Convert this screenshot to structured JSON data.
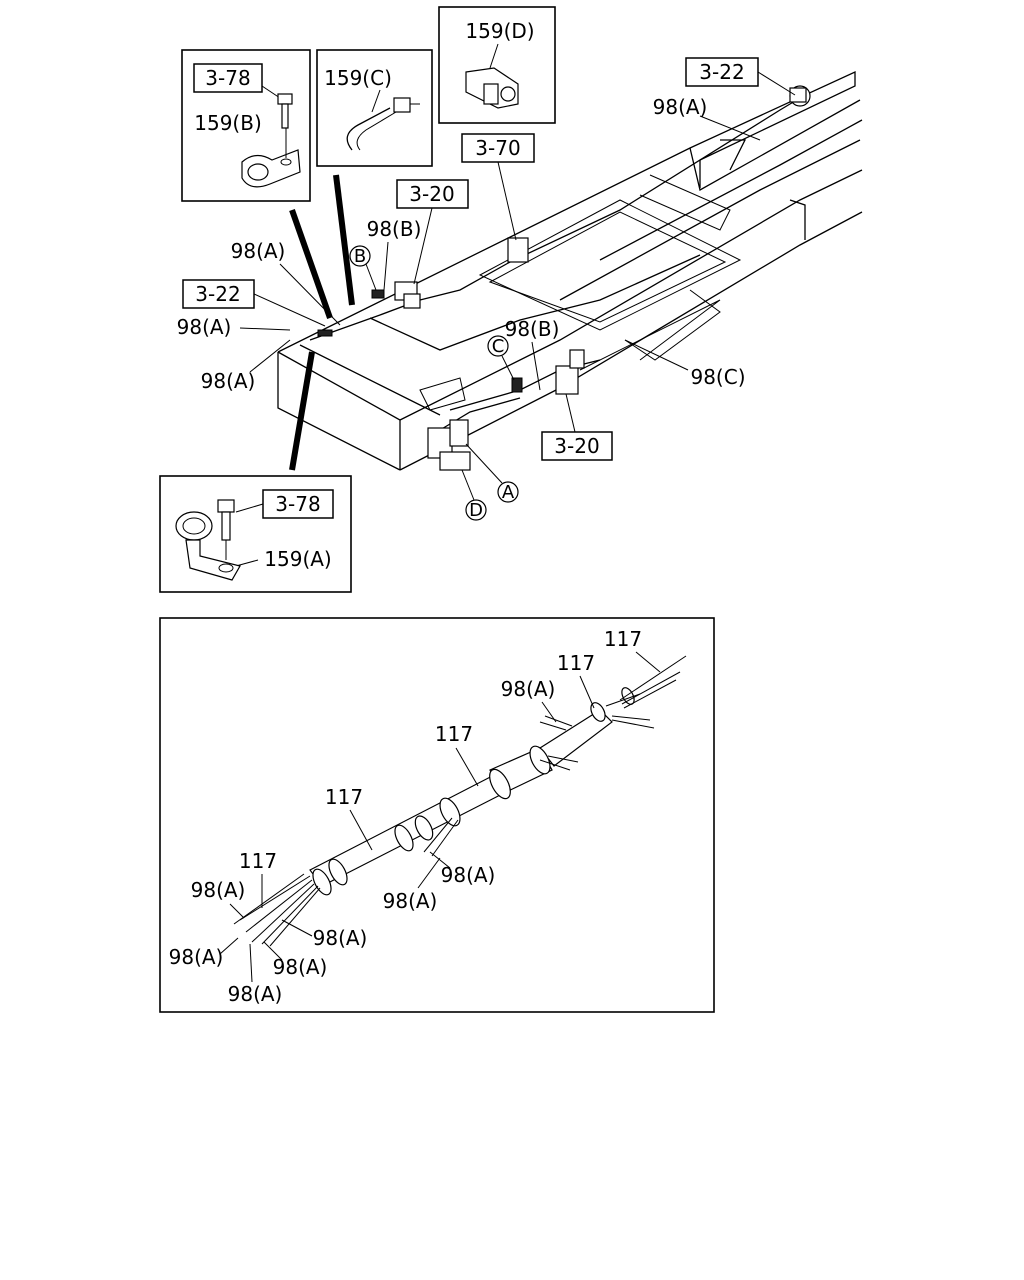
{
  "diagram": {
    "refs": {
      "r1": "3-78",
      "r2": "3-22",
      "r3": "3-70",
      "r4": "3-20",
      "r5": "3-22",
      "r6": "3-20",
      "r7": "3-78"
    },
    "parts": {
      "p159b": "159(B)",
      "p159c": "159(C)",
      "p159d": "159(D)",
      "p159a": "159(A)",
      "p98a_1": "98(A)",
      "p98a_2": "98(A)",
      "p98a_3": "98(A)",
      "p98a_4": "98(A)",
      "p98b_1": "98(B)",
      "p98b_2": "98(B)",
      "p98c": "98(C)"
    },
    "markers": {
      "a": "A",
      "b": "B",
      "c": "C",
      "d": "D"
    },
    "detail": {
      "n117_1": "117",
      "n117_2": "117",
      "n117_3": "117",
      "n117_4": "117",
      "n117_5": "117",
      "d98a_1": "98(A)",
      "d98a_2": "98(A)",
      "d98a_3": "98(A)",
      "d98a_4": "98(A)",
      "d98a_5": "98(A)",
      "d98a_6": "98(A)",
      "d98a_7": "98(A)",
      "d98a_8": "98(A)"
    }
  }
}
